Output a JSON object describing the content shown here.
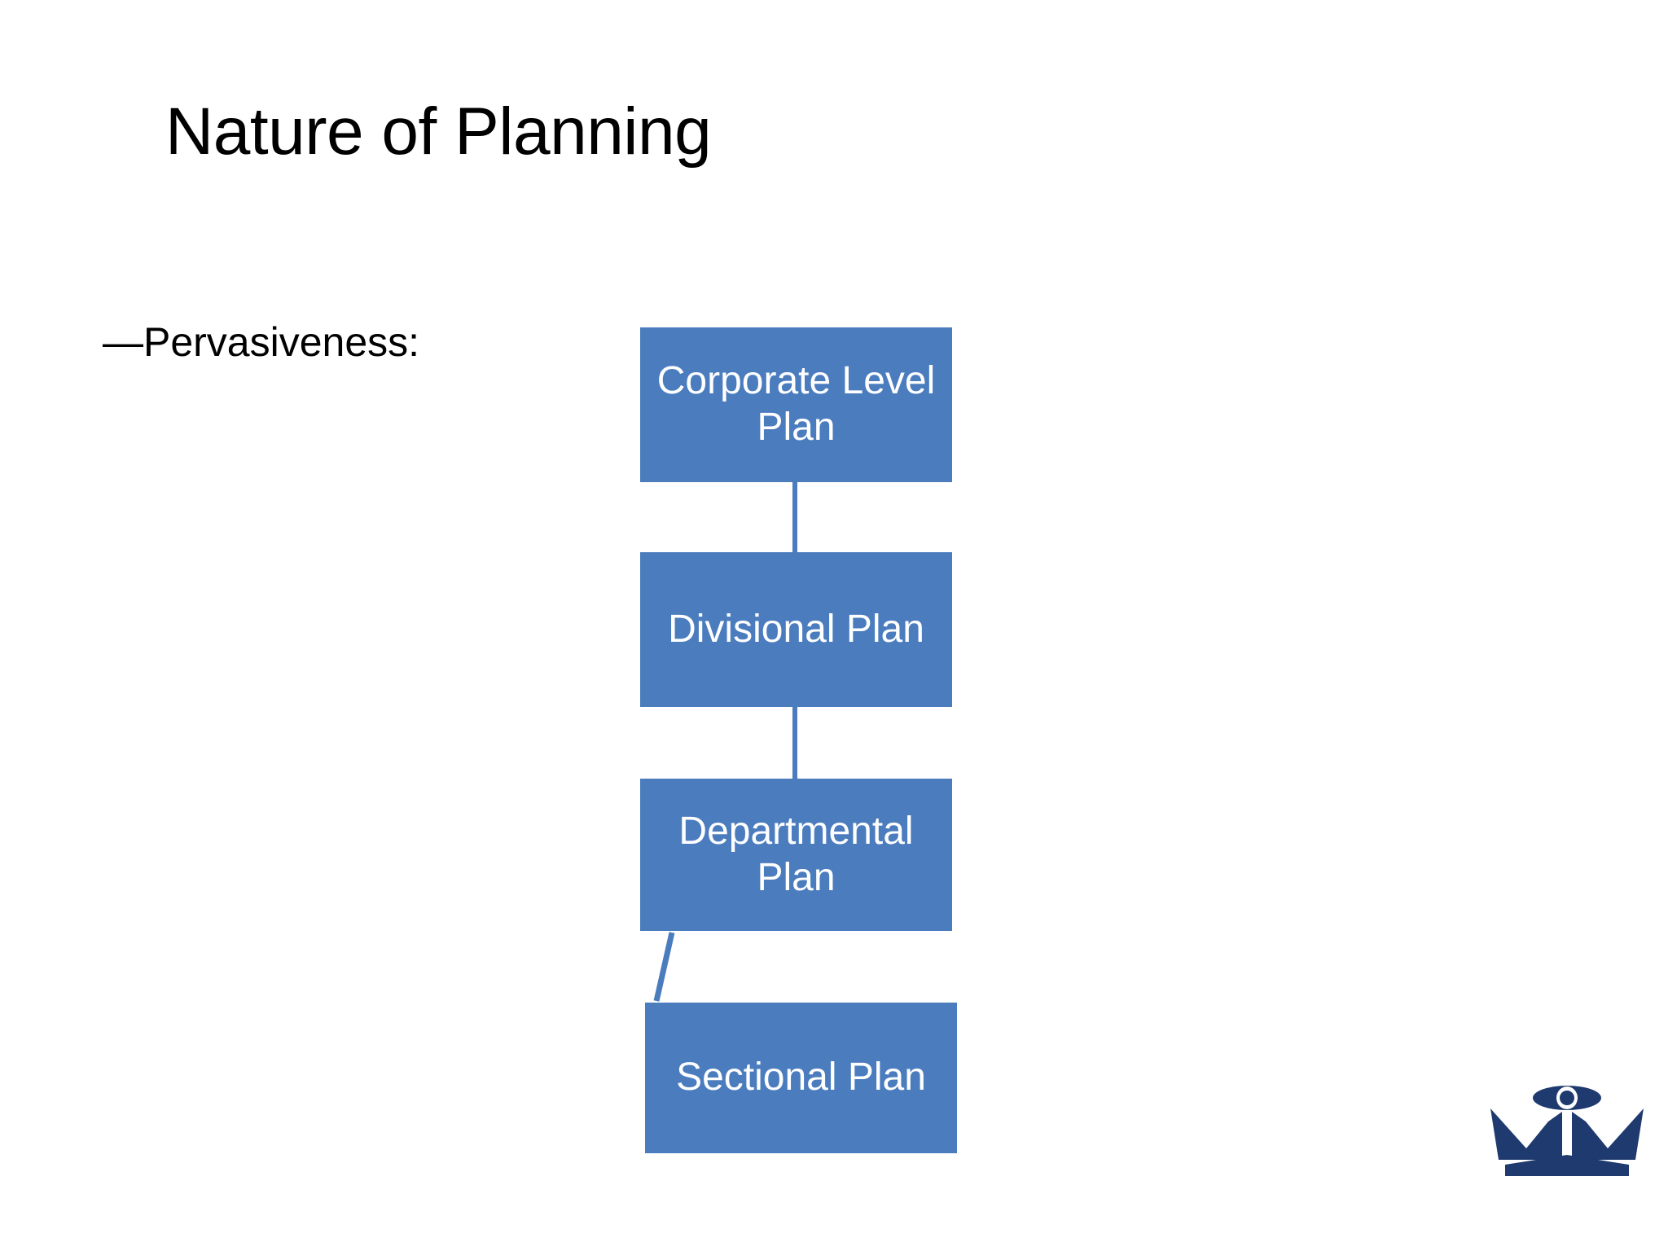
{
  "slide": {
    "title": "Nature of Planning",
    "background_color": "#FFFFFF",
    "accent_color": "#4A7CBE",
    "logo_color": "#1F3A6E"
  },
  "body": {
    "bullets": [
      {
        "text": "—Pervasiveness:"
      }
    ]
  },
  "diagram": {
    "type": "vertical-hierarchy",
    "box_fill_color": "#4A7CBE",
    "box_text_color": "#FFFFFF",
    "connector_color": "#4A7CBE",
    "levels": [
      {
        "id": "corporate",
        "label": "Corporate Level Plan",
        "line1": "Corporate",
        "line2": "Level Plan"
      },
      {
        "id": "divisional",
        "label": "Divisional Plan",
        "line1": "Divisional",
        "line2": "Plan"
      },
      {
        "id": "departmental",
        "label": "Departmental Plan",
        "line1": "Departmental",
        "line2": "Plan"
      },
      {
        "id": "sectional",
        "label": "Sectional Plan",
        "line1": "Sectional Plan",
        "line2": ""
      }
    ],
    "connectors": [
      {
        "from": "corporate",
        "to": "divisional",
        "style": "vertical"
      },
      {
        "from": "divisional",
        "to": "departmental",
        "style": "vertical"
      },
      {
        "from": "departmental",
        "to": "sectional",
        "style": "diagonal"
      }
    ]
  },
  "logo": {
    "name": "crown-logo",
    "color": "#1F3A6E"
  }
}
